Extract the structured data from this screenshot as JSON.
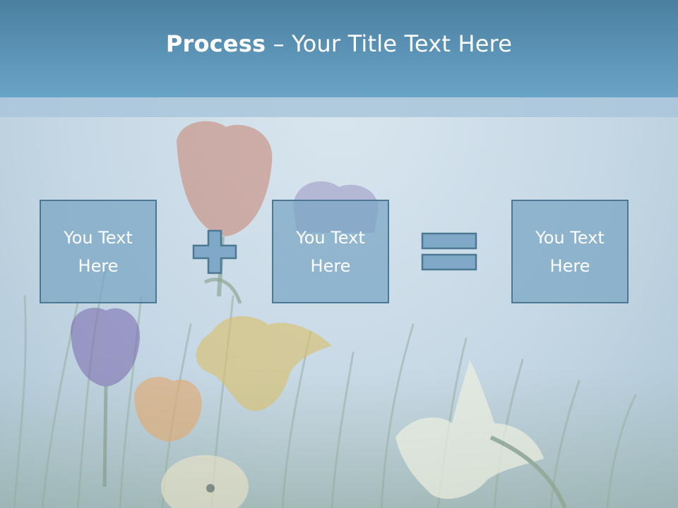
{
  "slide": {
    "title_bold": "Process",
    "title_rest": " – Your Title Text Here",
    "boxes": [
      {
        "text": "You Text\nHere"
      },
      {
        "text": "You Text\nHere"
      },
      {
        "text": "You Text\nHere"
      }
    ],
    "operators": [
      "plus-icon",
      "equals-icon"
    ]
  },
  "colors": {
    "title_bar": "#5c94b7",
    "box_fill": "#78a5c3",
    "box_border": "#4d7894",
    "operator_fill": "#7fa9c7",
    "operator_border": "#4d7894"
  }
}
